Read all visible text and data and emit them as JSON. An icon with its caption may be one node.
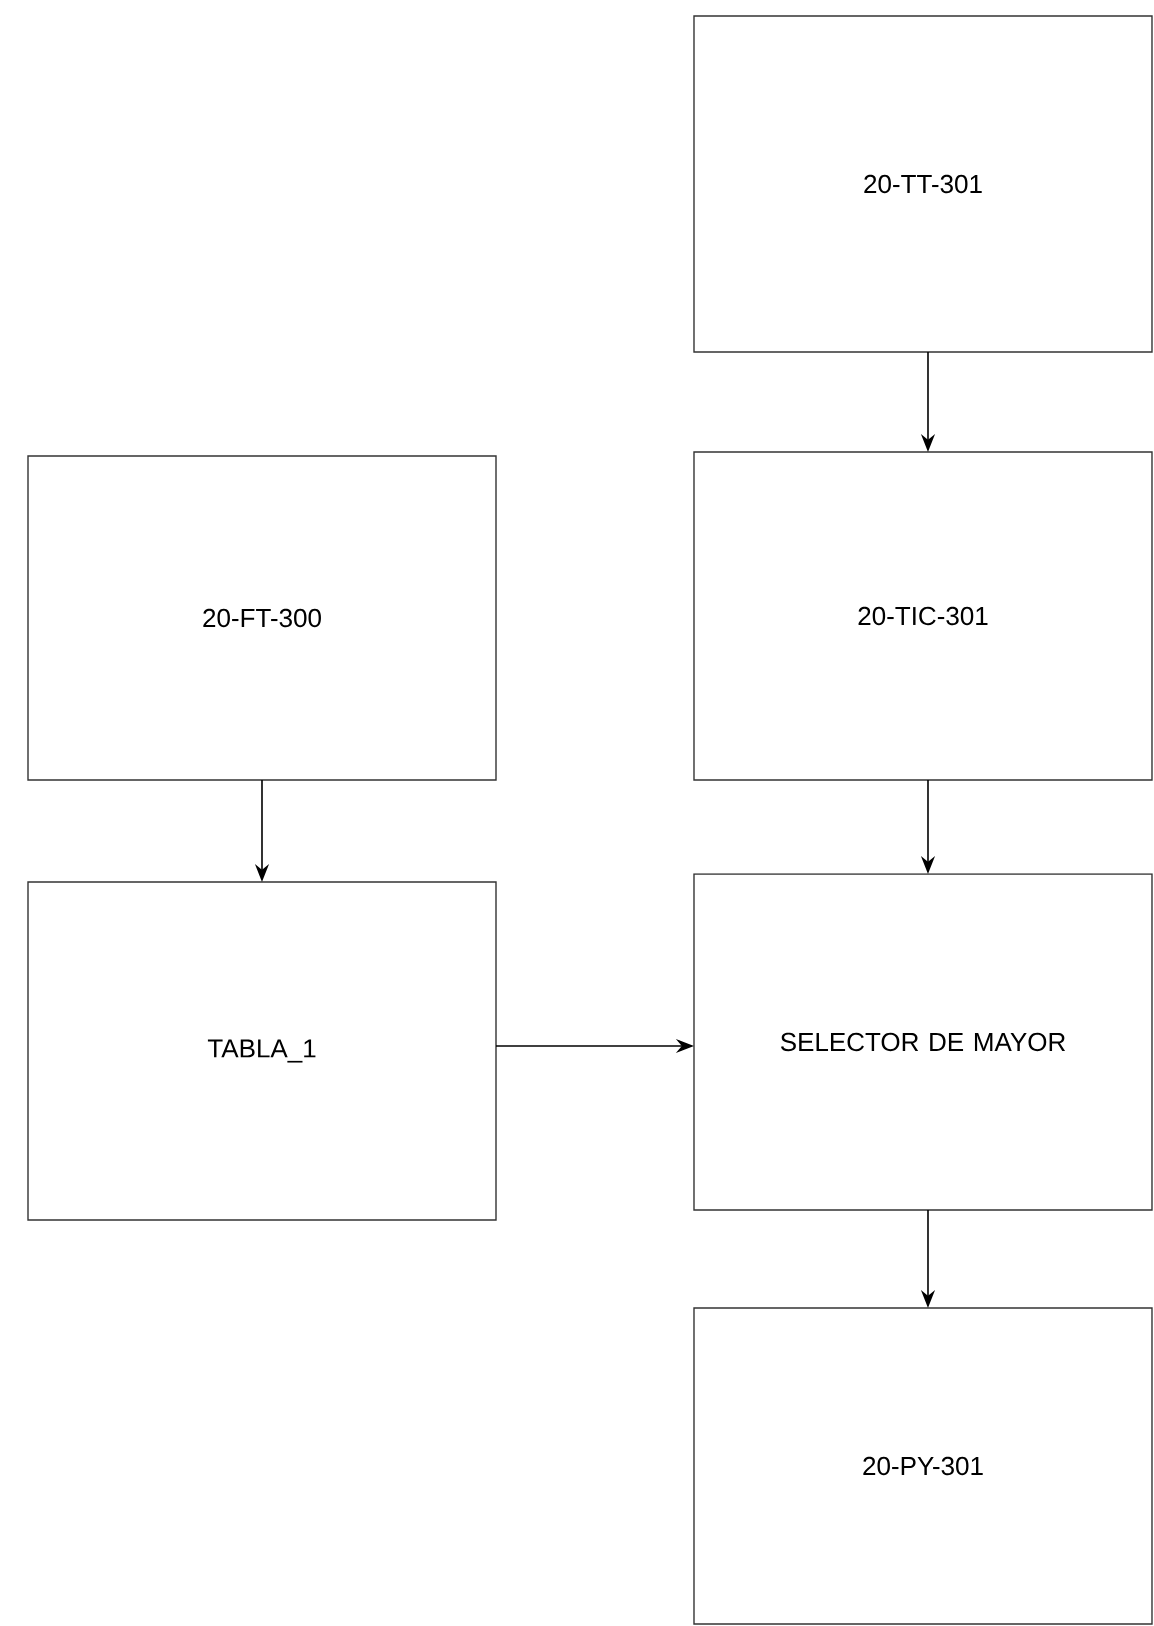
{
  "diagram": {
    "nodes": [
      {
        "text": [
          "20-TT-301"
        ]
      },
      {
        "text": [
          "20-TIC-301"
        ]
      },
      {
        "text": [
          "20-FT-300"
        ]
      },
      {
        "text": [
          "TABLA_1"
        ]
      },
      {
        "text": [
          "SELECTOR DE MAYOR"
        ]
      },
      {
        "text": [
          "20-PY-301"
        ]
      }
    ],
    "edges": [
      {
        "from": 0,
        "to": 1,
        "arrow": "to"
      },
      {
        "from": 1,
        "to": 4,
        "arrow": "to"
      },
      {
        "from": 2,
        "to": 3,
        "arrow": "to"
      },
      {
        "from": 3,
        "to": 4,
        "arrow": "to"
      },
      {
        "from": 4,
        "to": 5,
        "arrow": "to"
      }
    ]
  }
}
